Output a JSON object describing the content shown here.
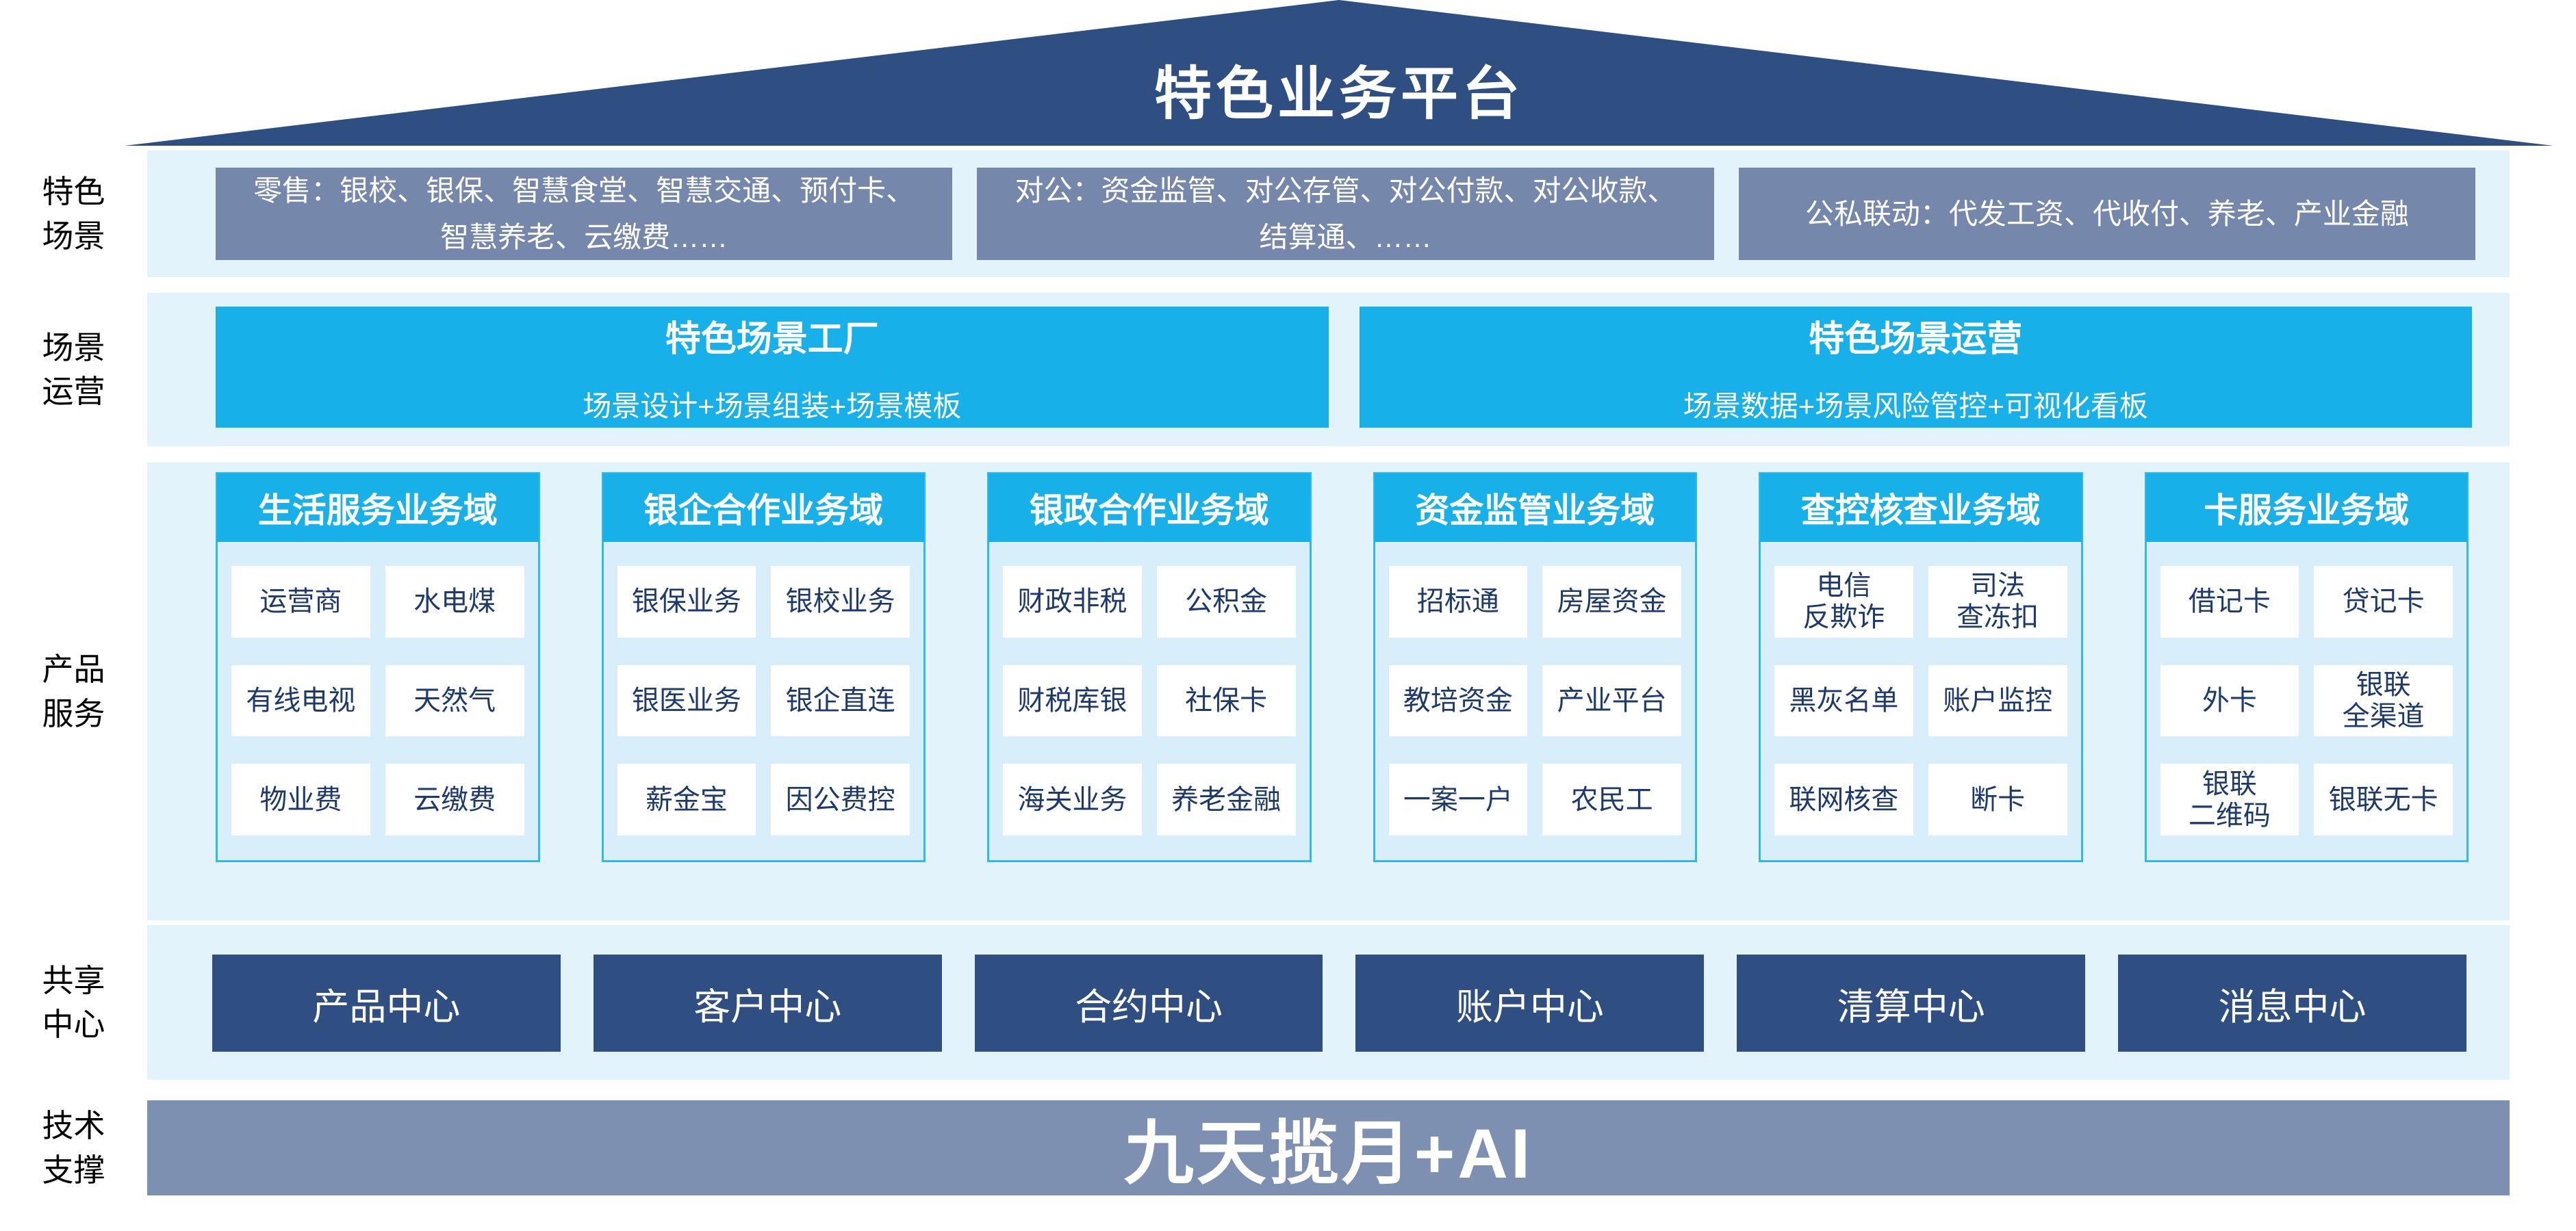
{
  "colors": {
    "navy": "#2F4F82",
    "slate": "#7587AB",
    "slate-dark": "#7E90B2",
    "cyan": "#18B0E9",
    "cyan-border": "#2FB9EC",
    "container-bg": "#E3F3FC",
    "column-bg": "#D8EEFA",
    "cell-text": "#1D3A6E"
  },
  "roof": {
    "title": "特色业务平台"
  },
  "scene_row": {
    "label": "特色\n场景",
    "boxes": [
      "零售：银校、银保、智慧食堂、智慧交通、预付卡、智慧养老、云缴费……",
      "对公：资金监管、对公存管、对公付款、对公收款、结算通、……",
      "公私联动：代发工资、代收付、养老、产业金融"
    ]
  },
  "operation_row": {
    "label": "场景\n运营",
    "boxes": [
      {
        "title": "特色场景工厂",
        "subtitle": "场景设计+场景组装+场景模板"
      },
      {
        "title": "特色场景运营",
        "subtitle": "场景数据+场景风险管控+可视化看板"
      }
    ]
  },
  "product_row": {
    "label": "产品\n服务",
    "domains": [
      {
        "header": "生活服务业务域",
        "cells": [
          "运营商",
          "水电煤",
          "有线电视",
          "天然气",
          "物业费",
          "云缴费"
        ]
      },
      {
        "header": "银企合作业务域",
        "cells": [
          "银保业务",
          "银校业务",
          "银医业务",
          "银企直连",
          "薪金宝",
          "因公费控"
        ]
      },
      {
        "header": "银政合作业务域",
        "cells": [
          "财政非税",
          "公积金",
          "财税库银",
          "社保卡",
          "海关业务",
          "养老金融"
        ]
      },
      {
        "header": "资金监管业务域",
        "cells": [
          "招标通",
          "房屋资金",
          "教培资金",
          "产业平台",
          "一案一户",
          "农民工"
        ]
      },
      {
        "header": "查控核查业务域",
        "cells": [
          "电信\n反欺诈",
          "司法\n查冻扣",
          "黑灰名单",
          "账户监控",
          "联网核查",
          "断卡"
        ]
      },
      {
        "header": "卡服务业务域",
        "cells": [
          "借记卡",
          "贷记卡",
          "外卡",
          "银联\n全渠道",
          "银联\n二维码",
          "银联无卡"
        ]
      }
    ]
  },
  "shared_row": {
    "label": "共享\n中心",
    "centers": [
      "产品中心",
      "客户中心",
      "合约中心",
      "账户中心",
      "清算中心",
      "消息中心"
    ]
  },
  "tech_row": {
    "label": "技术\n支撑",
    "bar": "九天揽月+AI"
  }
}
